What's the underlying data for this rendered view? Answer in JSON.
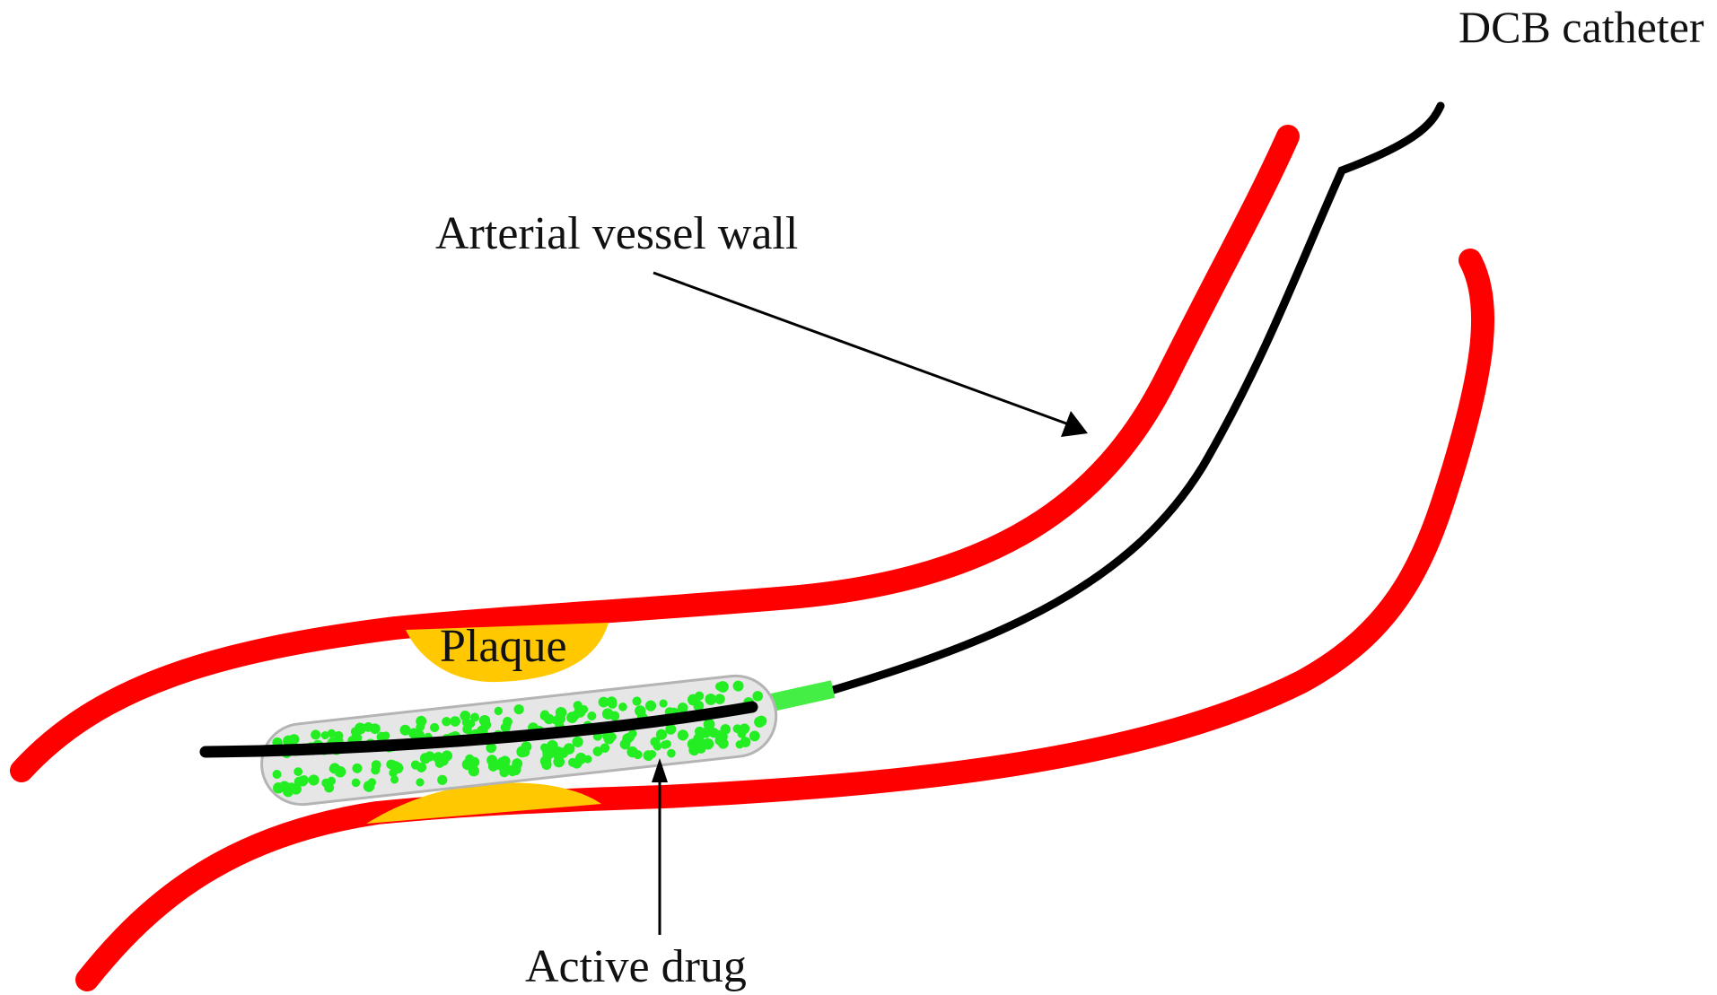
{
  "diagram": {
    "labels": {
      "catheter": "DCB catheter",
      "vessel_wall": "Arterial vessel wall",
      "plaque": "Plaque",
      "active_drug": "Active drug"
    },
    "colors": {
      "vessel_wall": "#ff0000",
      "plaque": "#ffc800",
      "catheter": "#000000",
      "drug": "#22ee22",
      "balloon_fill": "#e6e6e6",
      "balloon_outline": "#b4b4b4",
      "arrow": "#000000"
    }
  }
}
